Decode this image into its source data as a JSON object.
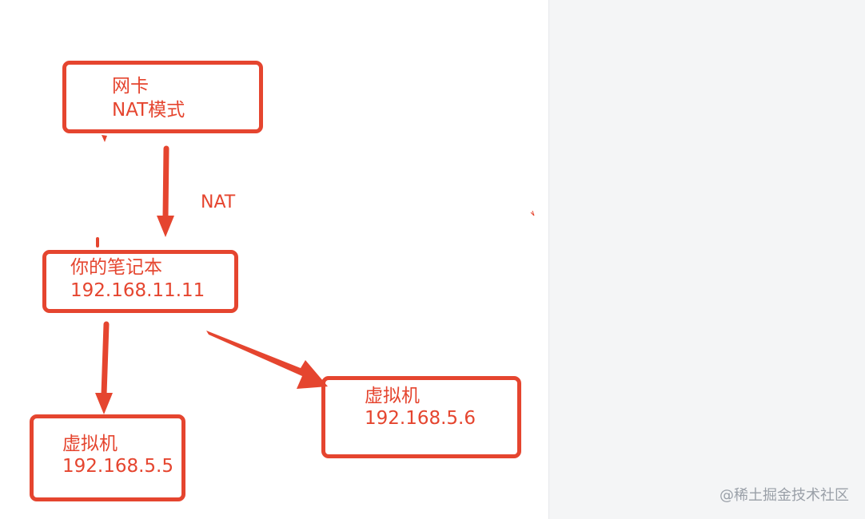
{
  "colors": {
    "accent": "#e5452f",
    "panel": "#f4f5f6",
    "watermark": "#9aa0a8"
  },
  "nodes": {
    "nic": {
      "line1": "网卡",
      "line2": "NAT模式"
    },
    "laptop": {
      "line1": "你的笔记本",
      "line2": "192.168.11.11"
    },
    "vm_left": {
      "line1": "虚拟机",
      "line2": "192.168.5.5"
    },
    "vm_right": {
      "line1": "虚拟机",
      "line2": "192.168.5.6"
    }
  },
  "edges": {
    "nic_to_laptop_label": "NAT"
  },
  "watermark": "@稀土掘金技术社区"
}
